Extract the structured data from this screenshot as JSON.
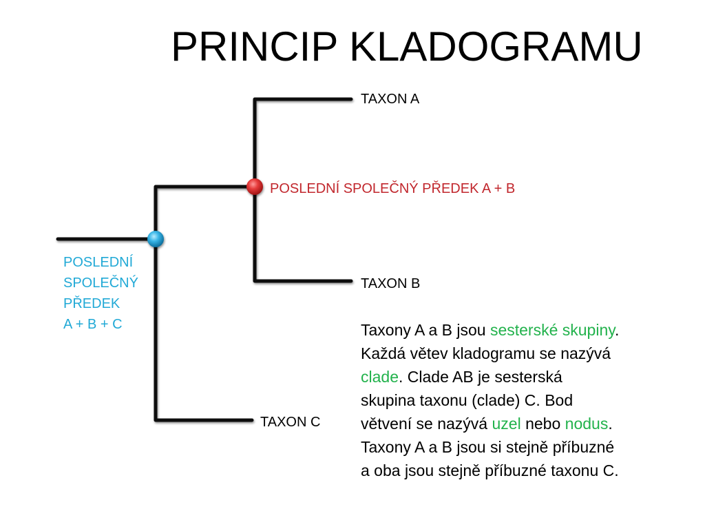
{
  "title": "PRINCIP KLADOGRAMU",
  "taxa": {
    "a": "TAXON A",
    "b": "TAXON B",
    "c": "TAXON C"
  },
  "ancestor_ab": "POSLEDNÍ SPOLEČNÝ PŘEDEK A + B",
  "ancestor_abc": [
    "POSLEDNÍ",
    "SPOLEČNÝ",
    "PŘEDEK",
    "A + B + C"
  ],
  "colors": {
    "ancestor_ab": "#c1272d",
    "ancestor_abc": "#21a9d6",
    "highlight": "#22b24c"
  },
  "description": {
    "l1_a": "Taxony A a B jsou ",
    "l1_hl": "sesterské skupiny",
    "l1_b": ".",
    "l2": "Každá větev kladogramu se nazývá",
    "l3_hl": "clade",
    "l3_b": ". Clade AB je sesterská",
    "l4": "skupina taxonu (clade) C. Bod",
    "l5_a": "větvení se nazývá ",
    "l5_hl1": "uzel",
    "l5_b": " nebo ",
    "l5_hl2": "nodus",
    "l5_c": ".",
    "l6": "Taxony A a B jsou si stejně příbuzné",
    "l7": "a oba jsou stejně příbuzné taxonu C."
  }
}
